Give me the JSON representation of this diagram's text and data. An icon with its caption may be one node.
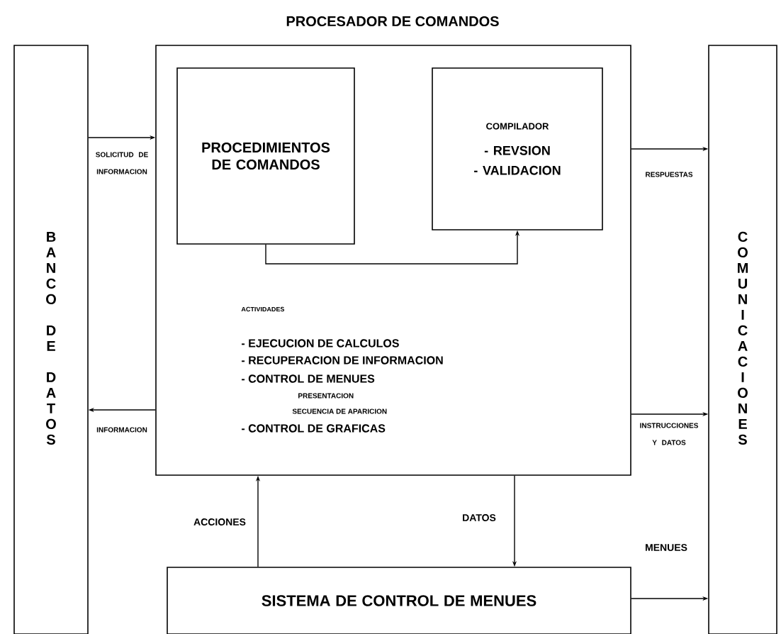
{
  "diagram": {
    "nodes": [
      {
        "text": [
          "PROCESADOR DE COMANDOS",
          "ACTIVIDADES",
          "- EJECUCION DE CALCULOS",
          "- RECUPERACION DE INFORMACION",
          "- CONTROL DE MENUES",
          "PRESENTACION",
          "SECUENCIA DE APARICION",
          "- CONTROL DE GRAFICAS"
        ]
      },
      {
        "text": [
          "PROCEDIMIENTOS DE COMANDOS"
        ],
        "in": 0
      },
      {
        "text": [
          "COMPILADOR",
          "- REVSION",
          "- VALIDACION"
        ],
        "in": 0
      },
      {
        "text": [
          "BANCO DE DATOS"
        ]
      },
      {
        "text": [
          "COMUNICACIONES"
        ]
      },
      {
        "text": [
          "SISTEMA DE CONTROL DE MENUES"
        ]
      }
    ],
    "edges": [
      {
        "from": 1,
        "to": 2,
        "arrow": "to"
      },
      {
        "from": 3,
        "to": 0,
        "arrow": "to",
        "label": "SOLICITUD DE INFORMACION"
      },
      {
        "from": 0,
        "to": 3,
        "arrow": "to",
        "label": "INFORMACION"
      },
      {
        "from": 0,
        "to": 4,
        "arrow": "to",
        "label": "RESPUESTAS"
      },
      {
        "from": 0,
        "to": 4,
        "arrow": "to",
        "label": "INSTRUCCIONES Y DATOS"
      },
      {
        "from": 5,
        "to": 0,
        "arrow": "to",
        "label": "ACCIONES"
      },
      {
        "from": 0,
        "to": 5,
        "arrow": "to",
        "label": "DATOS"
      },
      {
        "from": 5,
        "to": 4,
        "arrow": "to",
        "label": "MENUES"
      }
    ]
  }
}
